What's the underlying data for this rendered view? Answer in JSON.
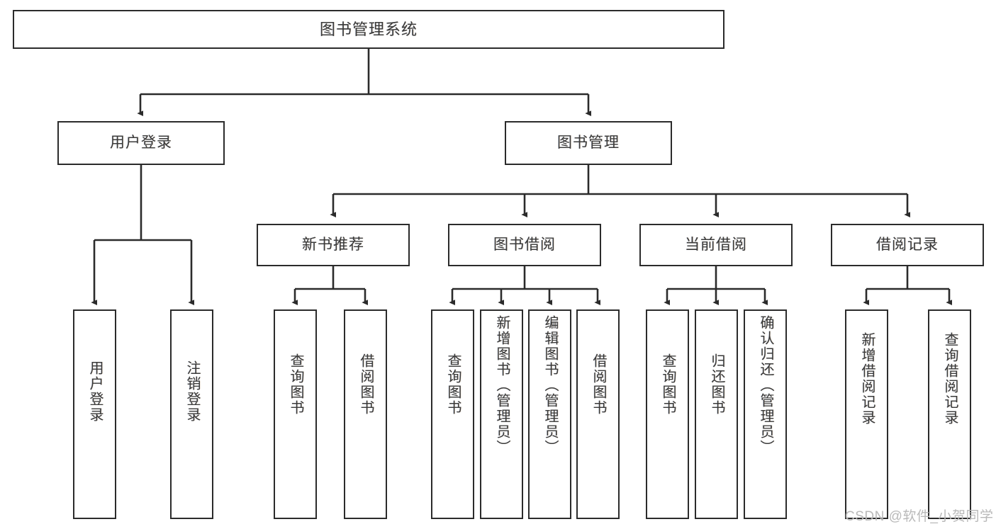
{
  "diagram": {
    "title": "图书管理系统",
    "type": "tree-hierarchy-diagram",
    "colors": {
      "box_border": "#2b2b2b",
      "box_fill": "#ffffff",
      "connector": "#2b2b2b",
      "text": "#3a3a3a",
      "background": "#ffffff",
      "watermark": "#b9b9b9"
    },
    "root": {
      "label": "图书管理系统"
    },
    "level2": [
      {
        "label": "用户登录"
      },
      {
        "label": "图书管理"
      }
    ],
    "level3": [
      {
        "label": "新书推荐"
      },
      {
        "label": "图书借阅"
      },
      {
        "label": "当前借阅"
      },
      {
        "label": "借阅记录"
      }
    ],
    "leaves_user_login": [
      {
        "label": "用户登录"
      },
      {
        "label": "注销登录"
      }
    ],
    "leaves_new_book": [
      {
        "label": "查询图书"
      },
      {
        "label": "借阅图书"
      }
    ],
    "leaves_borrow": [
      {
        "label": "查询图书"
      },
      {
        "label": "新增图书（管理员）"
      },
      {
        "label": "编辑图书（管理员）"
      },
      {
        "label": "借阅图书"
      }
    ],
    "leaves_current": [
      {
        "label": "查询图书"
      },
      {
        "label": "归还图书"
      },
      {
        "label": "确认归还（管理员）"
      }
    ],
    "leaves_records": [
      {
        "label": "新增借阅记录"
      },
      {
        "label": "查询借阅记录"
      }
    ]
  },
  "watermark": {
    "text": "CSDN @软件_小贺同学"
  }
}
